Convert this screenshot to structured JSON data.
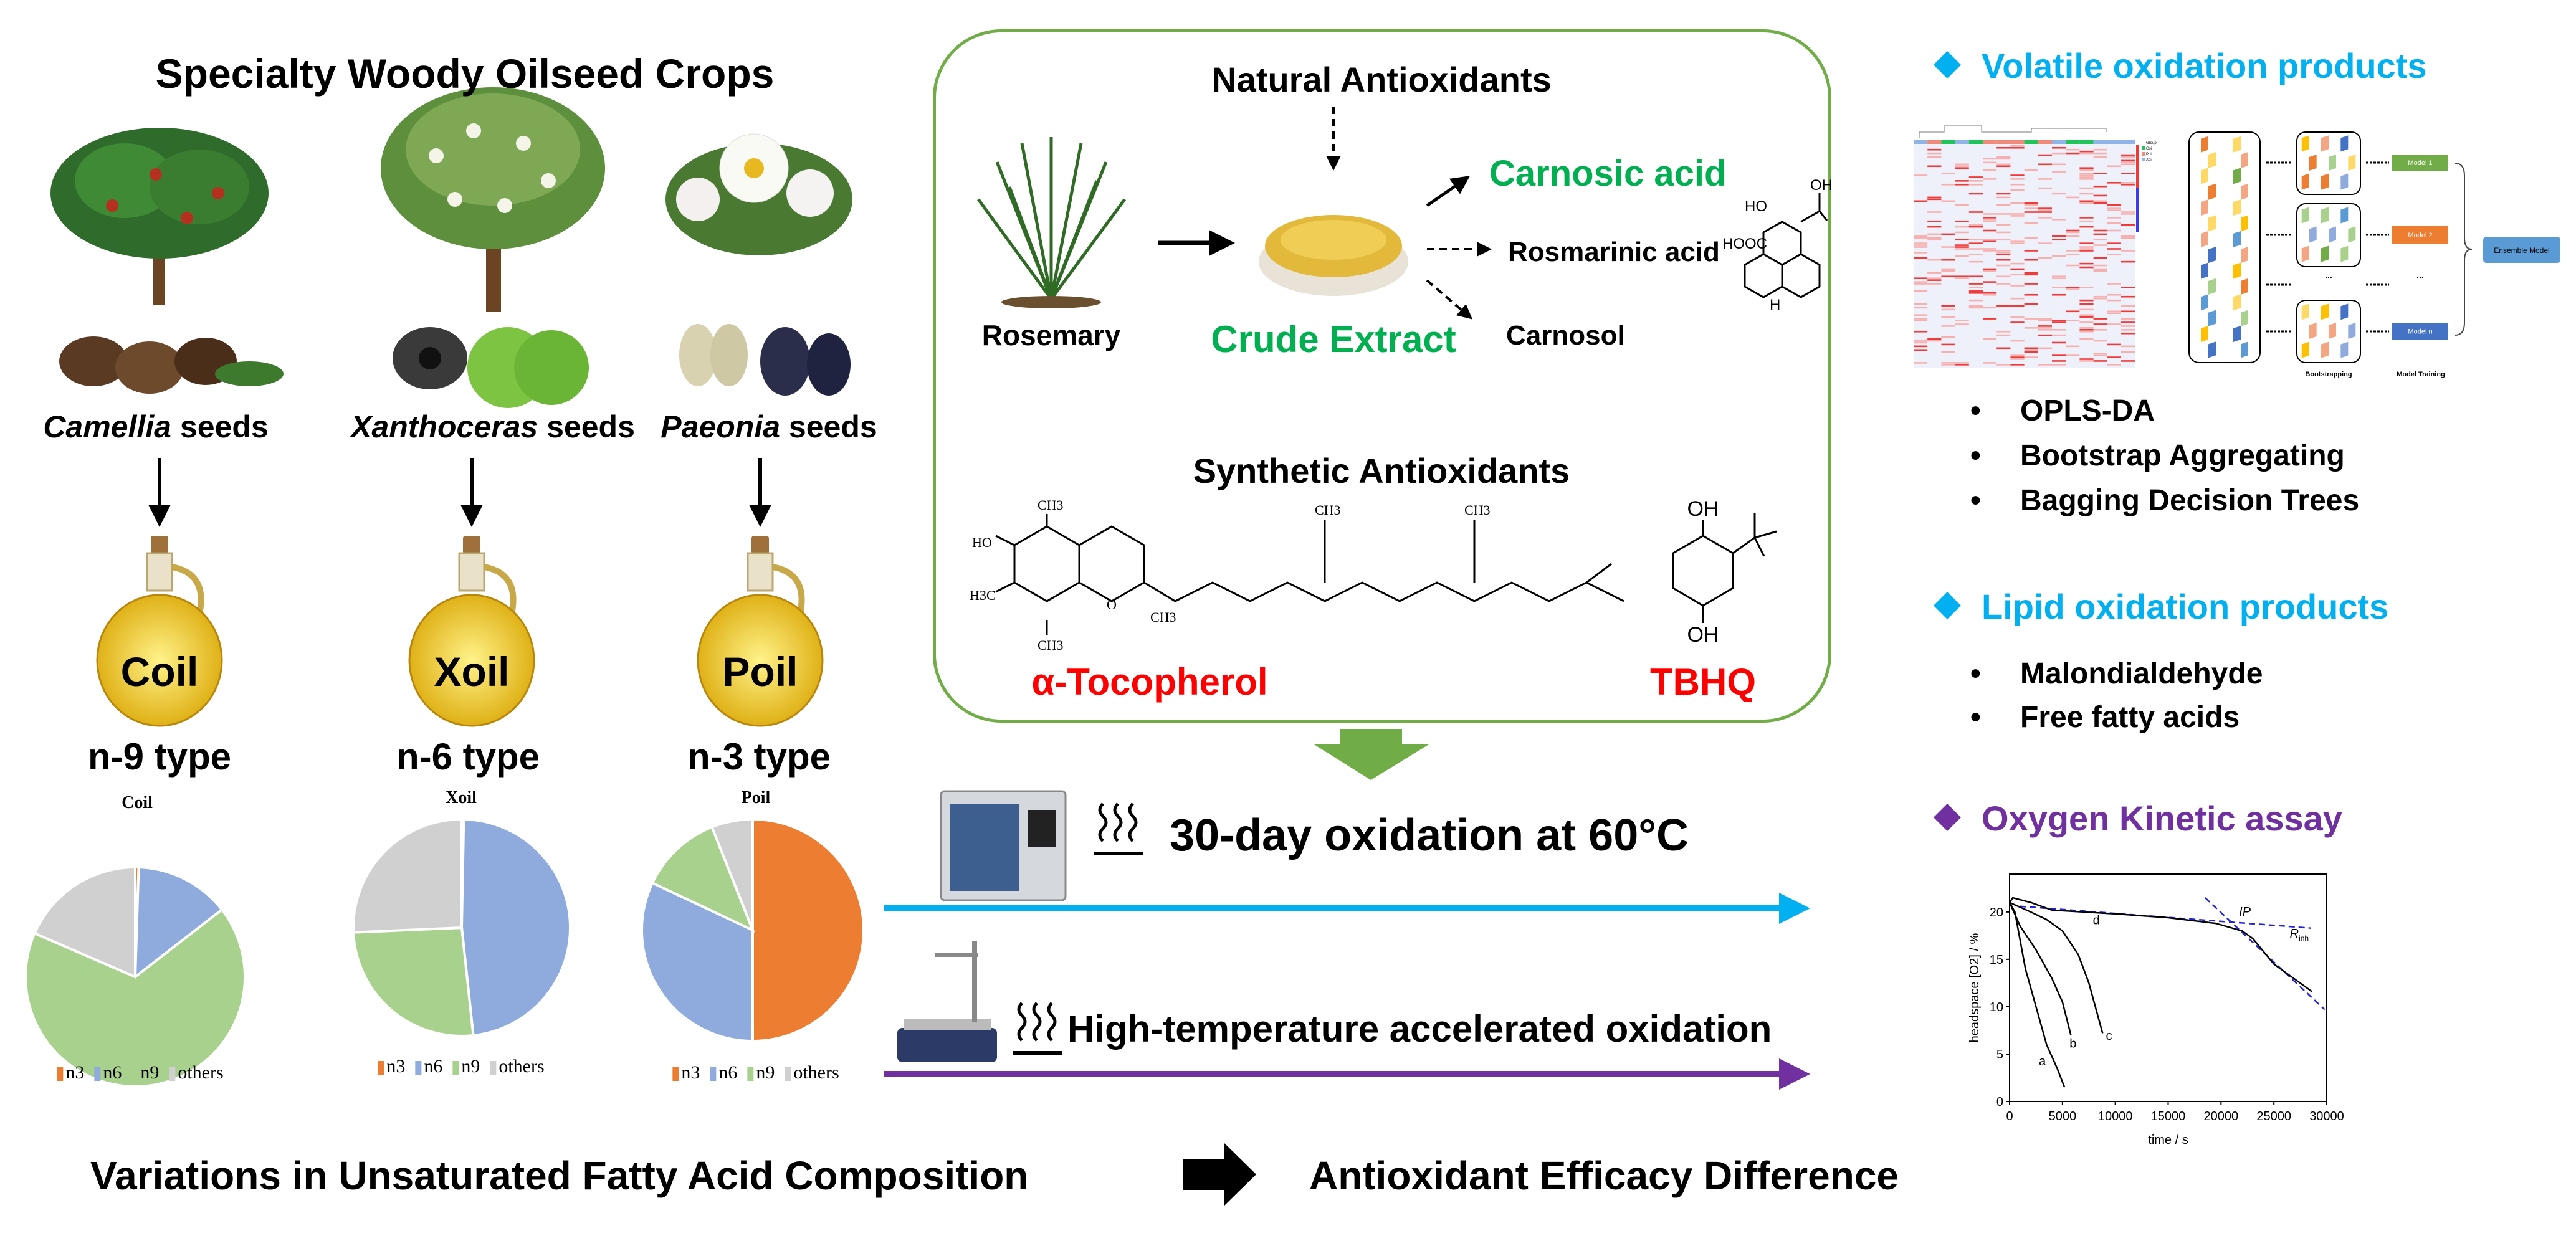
{
  "left": {
    "title": "Specialty Woody Oilseed Crops",
    "crops": [
      {
        "genus": "Camellia",
        "suffix": " seeds",
        "oil": "Coil",
        "type": "n-9 type"
      },
      {
        "genus": "Xanthoceras",
        "suffix": " seeds",
        "oil": "Xoil",
        "type": "n-6 type"
      },
      {
        "genus": "Paeonia",
        "suffix": " seeds",
        "oil": "Poil",
        "type": "n-3 type"
      }
    ]
  },
  "center": {
    "natural_title": "Natural Antioxidants",
    "rosemary": "Rosemary",
    "crude_extract": "Crude Extract",
    "carnosic_acid": "Carnosic acid",
    "rosmarinic_acid": "Rosmarinic acid",
    "carnosol": "Carnosol",
    "carnosic_struct_labels": [
      "HO",
      "OH",
      "HOOC",
      "H"
    ],
    "synthetic_title": "Synthetic Antioxidants",
    "tocopherol_struct_labels": [
      "HO",
      "CH3",
      "H3C",
      "CH3",
      "O",
      "CH3",
      "CH3",
      "CH3"
    ],
    "tbhq_struct_labels": [
      "OH",
      "OH"
    ],
    "tocopherol": "α-Tocopherol",
    "tbhq": "TBHQ",
    "process1": "30-day oxidation at 60°C",
    "process2": "High-temperature accelerated oxidation"
  },
  "right": {
    "volatile_title": "Volatile oxidation products",
    "volatile_items": [
      "OPLS-DA",
      "Bootstrap Aggregating",
      "Bagging Decision Trees"
    ],
    "heatmap_legend": [
      "Group",
      "Coil",
      "Poil",
      "Xoil"
    ],
    "ml_models": [
      "Model 1",
      "Model 2",
      "Model n"
    ],
    "ml_ellipsis": "...",
    "ensemble": "Ensemble Model",
    "ml_steps": [
      "Bootstrapping",
      "Model Training"
    ],
    "lipid_title": "Lipid oxidation products",
    "lipid_items": [
      "Malondialdehyde",
      "Free fatty acids"
    ],
    "kinetic_title": "Oxygen Kinetic assay"
  },
  "bottom": {
    "left": "Variations in Unsaturated Fatty Acid Composition",
    "right": "Antioxidant Efficacy Difference"
  },
  "colors": {
    "green_border": "#70ad47",
    "green_text": "#00b050",
    "red_text": "#ff0000",
    "blue": "#00b0f0",
    "purple": "#7030a0",
    "n3": "#ed7d31",
    "n6": "#8faadc",
    "n9": "#a9d18e",
    "others": "#d0d0d0"
  },
  "chart_data": [
    {
      "type": "pie",
      "title": "Coil",
      "labels": [
        "n3",
        "n6",
        "n9",
        "others"
      ],
      "values": [
        0.5,
        14,
        67,
        18.5
      ]
    },
    {
      "type": "pie",
      "title": "Xoil",
      "labels": [
        "n3",
        "n6",
        "n9",
        "others"
      ],
      "values": [
        0.3,
        48,
        26,
        25.7
      ]
    },
    {
      "type": "pie",
      "title": "Poil",
      "labels": [
        "n3",
        "n6",
        "n9",
        "others"
      ],
      "values": [
        50,
        32,
        12,
        6
      ]
    },
    {
      "type": "line",
      "title": "",
      "xlabel": "time / s",
      "ylabel": "headspace [O2] / %",
      "xlim": [
        0,
        30000
      ],
      "ylim": [
        0,
        24
      ],
      "xticks": [
        0,
        5000,
        10000,
        15000,
        20000,
        25000,
        30000
      ],
      "yticks": [
        0,
        5,
        10,
        15,
        20
      ],
      "series": [
        {
          "name": "a",
          "x": [
            0,
            500,
            1000,
            1500,
            2500,
            3500,
            4500,
            5200
          ],
          "y": [
            21,
            20,
            17,
            14,
            10,
            6,
            3.5,
            1.5
          ],
          "label_at": [
            3100,
            3.8
          ]
        },
        {
          "name": "b",
          "x": [
            0,
            1000,
            2500,
            4000,
            5000,
            5800
          ],
          "y": [
            21,
            18.5,
            16,
            13,
            10.5,
            7
          ],
          "label_at": [
            6000,
            5.7
          ]
        },
        {
          "name": "c",
          "x": [
            0,
            2000,
            3500,
            5000,
            6500,
            7500,
            8800
          ],
          "y": [
            21,
            20,
            19.2,
            18,
            15.5,
            12.5,
            7.2
          ],
          "label_at": [
            9400,
            6.5
          ]
        },
        {
          "name": "d",
          "x": [
            0,
            300,
            2000,
            4000,
            10000,
            15000,
            19500,
            22000,
            23000,
            25000,
            28600
          ],
          "y": [
            21,
            21.5,
            21,
            20.2,
            19.8,
            19.4,
            18.8,
            18,
            17.2,
            14.5,
            11.6
          ],
          "label_at": [
            8200,
            18.7
          ]
        }
      ],
      "tangents": [
        {
          "x": [
            1000,
            28500
          ],
          "y": [
            20.6,
            18.3
          ]
        },
        {
          "x": [
            18500,
            29800
          ],
          "y": [
            21.5,
            9.7
          ]
        }
      ],
      "annotations": [
        {
          "text": "IP",
          "x": 21700,
          "y": 19.6
        },
        {
          "text": "R",
          "sub": "inh",
          "x": 26500,
          "y": 17.3
        }
      ]
    }
  ]
}
